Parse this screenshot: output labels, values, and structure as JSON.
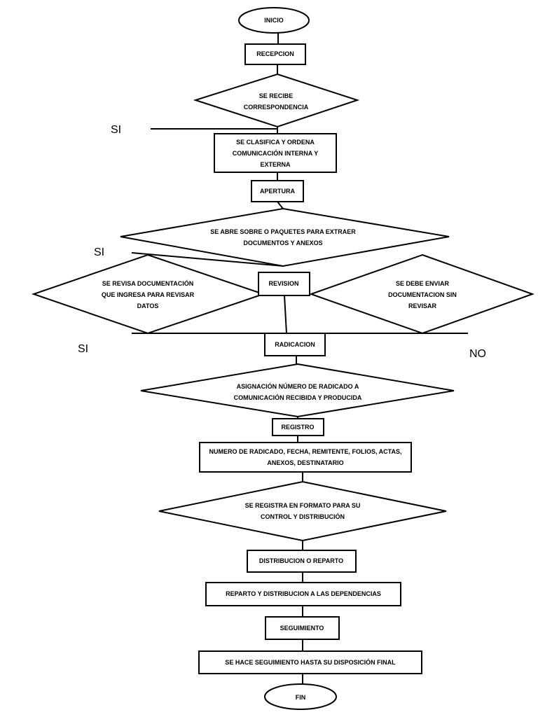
{
  "nodes": {
    "inicio": [
      "INICIO"
    ],
    "recepcion": [
      "RECEPCION"
    ],
    "se_recibe": [
      "SE RECIBE",
      "CORRESPONDENCIA"
    ],
    "clasifica": [
      "SE CLASIFICA Y ORDENA",
      "COMUNICACIÓN INTERNA Y",
      "EXTERNA"
    ],
    "apertura": [
      "APERTURA"
    ],
    "abre_sobre": [
      "SE ABRE SOBRE O PAQUETES PARA EXTRAER",
      "DOCUMENTOS Y ANEXOS"
    ],
    "revision": [
      "REVISION"
    ],
    "revisa_doc": [
      "SE REVISA DOCUMENTACIÓN",
      "QUE INGRESA PARA REVISAR",
      "DATOS"
    ],
    "enviar_sin": [
      "SE DEBE ENVIAR",
      "DOCUMENTACION SIN",
      "REVISAR"
    ],
    "radicacion": [
      "RADICACION"
    ],
    "asignacion": [
      "ASIGNACIÓN NÚMERO DE RADICADO A",
      "COMUNICACIÓN RECIBIDA Y PRODUCIDA"
    ],
    "registro": [
      "REGISTRO"
    ],
    "numero_radicado": [
      "NUMERO DE RADICADO, FECHA, REMITENTE, FOLIOS, ACTAS,",
      "ANEXOS, DESTINATARIO"
    ],
    "registra_formato": [
      "SE REGISTRA EN FORMATO PARA SU",
      "CONTROL Y DISTRIBUCIÓN"
    ],
    "distribucion": [
      "DISTRIBUCION  O REPARTO"
    ],
    "reparto": [
      "REPARTO Y DISTRIBUCION A LAS DEPENDENCIAS"
    ],
    "seguimiento": [
      "SEGUIMIENTO"
    ],
    "hace_seguimiento": [
      "SE HACE SEGUIMIENTO HASTA SU DISPOSICIÓN FINAL"
    ],
    "fin": [
      "FIN"
    ]
  },
  "labels": {
    "si_1": "SI",
    "si_2": "SI",
    "si_3": "SI",
    "no_1": "NO"
  }
}
